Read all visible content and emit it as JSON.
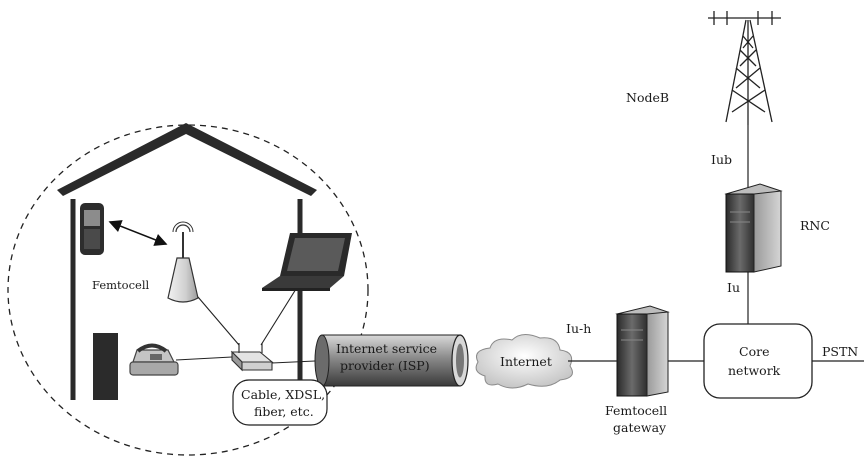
{
  "labels": {
    "nodeb": "NodeB",
    "iub": "Iub",
    "rnc": "RNC",
    "iu": "Iu",
    "iuh": "Iu-h",
    "femtocell": "Femtocell",
    "isp_line1": "Internet service",
    "isp_line2": "provider (ISP)",
    "internet": "Internet",
    "gateway_line1": "Femtocell",
    "gateway_line2": "gateway",
    "core_line1": "Core",
    "core_line2": "network",
    "pstn": "PSTN",
    "access_line1": "Cable, XDSL,",
    "access_line2": "fiber, etc."
  }
}
